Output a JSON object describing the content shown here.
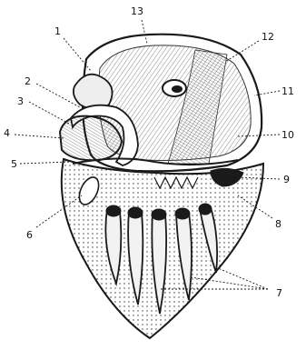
{
  "figure": {
    "callouts": [
      {
        "id": "c1",
        "label": "1"
      },
      {
        "id": "c2",
        "label": "2"
      },
      {
        "id": "c3",
        "label": "3"
      },
      {
        "id": "c4",
        "label": "4"
      },
      {
        "id": "c5",
        "label": "5"
      },
      {
        "id": "c6",
        "label": "6"
      },
      {
        "id": "c7",
        "label": "7"
      },
      {
        "id": "c8",
        "label": "8"
      },
      {
        "id": "c9",
        "label": "9"
      },
      {
        "id": "c10",
        "label": "10"
      },
      {
        "id": "c11",
        "label": "11"
      },
      {
        "id": "c12",
        "label": "12"
      },
      {
        "id": "c13",
        "label": "13"
      }
    ]
  },
  "colors": {
    "ink": "#1a1a1a",
    "paper": "#ffffff",
    "shade": "#d9d9d9"
  }
}
